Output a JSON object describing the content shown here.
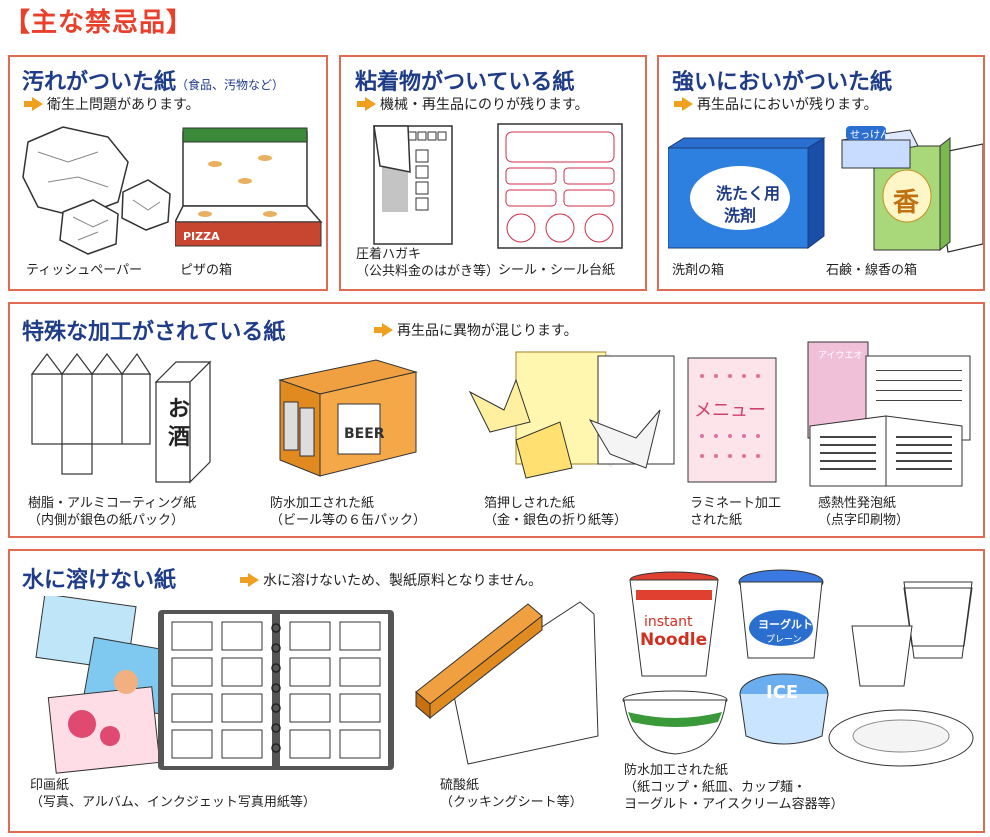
{
  "page_title": "【主な禁忌品】",
  "sections": {
    "dirty": {
      "title": "汚れがついた紙",
      "sub": "（食品、汚物など）",
      "note": "衛生上問題があります。",
      "captions": [
        "ティッシュペーパー",
        "ピザの箱"
      ],
      "pizza_label": "PIZZA"
    },
    "adhesive": {
      "title": "粘着物がついている紙",
      "note": "機械・再生品にのりが残ります。",
      "captions": [
        "圧着ハガキ",
        "（公共料金のはがき等）",
        "シール・シール台紙"
      ]
    },
    "smell": {
      "title": "強いにおいがついた紙",
      "note": "再生品ににおいが残ります。",
      "captions": [
        "洗剤の箱",
        "石鹸・線香の箱"
      ],
      "detergent_label_1": "洗たく用",
      "detergent_label_2": "洗剤",
      "soap_label": "せっけん",
      "incense_label": "香"
    },
    "special": {
      "title": "特殊な加工がされている紙",
      "note": "再生品に異物が混じります。",
      "captions": [
        "樹脂・アルミコーティング紙",
        "（内側が銀色の紙パック）",
        "防水加工された紙",
        "（ビール等の６缶パック）",
        "箔押しされた紙",
        "（金・銀色の折り紙等）",
        "ラミネート加工",
        "された紙",
        "感熱性発泡紙",
        "（点字印刷物）"
      ],
      "sake_label": "お酒",
      "beer_label": "BEER",
      "menu_label": "メニュー",
      "book_label": "アイウエオ"
    },
    "insoluble": {
      "title": "水に溶けない紙",
      "note": "水に溶けないため、製紙原料となりません。",
      "captions": [
        "印画紙",
        "（写真、アルバム、インクジェット写真用紙等）",
        "硫酸紙",
        "（クッキングシート等）",
        "防水加工された紙",
        "（紙コップ・紙皿、カップ麺・",
        "ヨーグルト・アイスクリーム容器等）"
      ],
      "noodle_label_1": "instant",
      "noodle_label_2": "Noodle",
      "yogurt_label_1": "ヨーグルト",
      "yogurt_label_2": "プレーン",
      "ice_label": "ICE"
    }
  }
}
